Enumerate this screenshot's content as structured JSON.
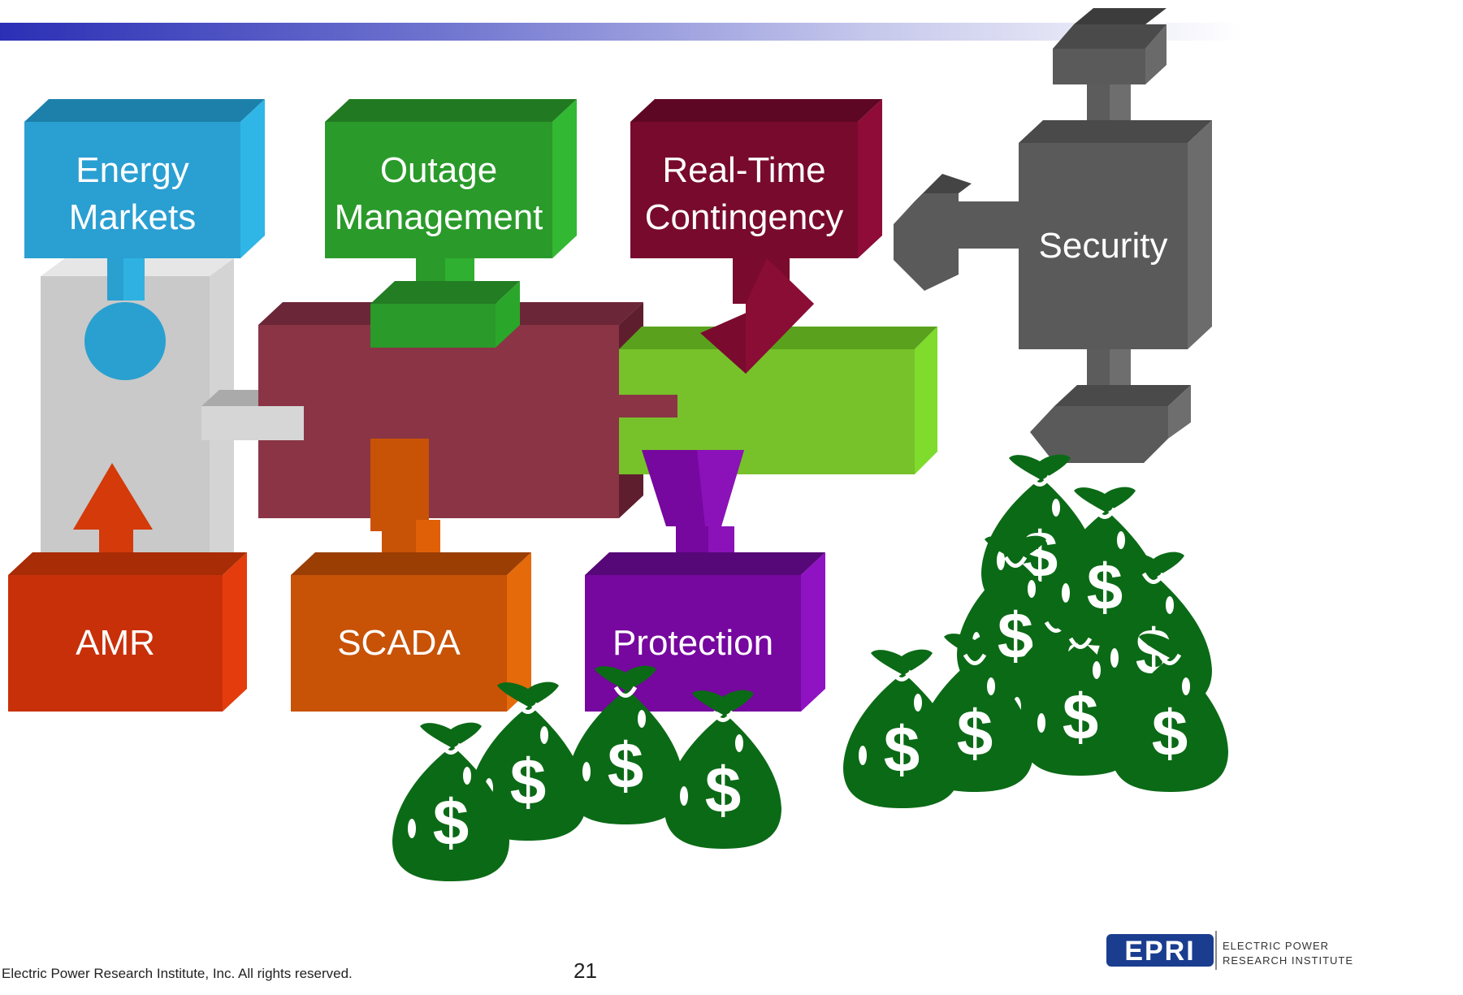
{
  "blocks": {
    "energy_markets": "Energy\nMarkets",
    "outage_management": "Outage\nManagement",
    "real_time_contingency": "Real-Time\nContingency",
    "security": "Security",
    "amr": "AMR",
    "scada": "SCADA",
    "protection": "Protection"
  },
  "money_bag_symbol": "$",
  "footer": {
    "copyright": "Electric Power Research Institute, Inc. All rights reserved.",
    "page_number": "21"
  },
  "logo": {
    "mark": "EPRI",
    "line1": "ELECTRIC POWER",
    "line2": "RESEARCH INSTITUTE"
  },
  "colors": {
    "energy_markets": "#29a0d0",
    "outage_management": "#2a9a2a",
    "real_time_contingency": "#7a0a2e",
    "security": "#5a5a5a",
    "amr": "#d43a0a",
    "scada": "#c85206",
    "protection": "#76079f",
    "money": "#0b6a16"
  }
}
